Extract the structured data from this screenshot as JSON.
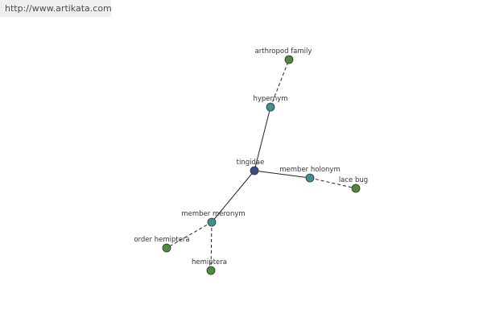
{
  "watermark": {
    "text": "http://www.artikata.com"
  },
  "colors": {
    "center": "#3c4a8c",
    "relation": "#3f9090",
    "leaf": "#4d8a3e"
  },
  "nodes": [
    {
      "id": "tingidae",
      "label": "tingidae",
      "kind": "center"
    },
    {
      "id": "hypernym",
      "label": "hypernym",
      "kind": "relation"
    },
    {
      "id": "arthropod-family",
      "label": "arthropod family",
      "kind": "leaf"
    },
    {
      "id": "member-holonym",
      "label": "member holonym",
      "kind": "relation"
    },
    {
      "id": "lace-bug",
      "label": "lace bug",
      "kind": "leaf"
    },
    {
      "id": "member-meronym",
      "label": "member meronym",
      "kind": "relation"
    },
    {
      "id": "order-hemiptera",
      "label": "order hemiptera",
      "kind": "leaf"
    },
    {
      "id": "hemiptera",
      "label": "hemiptera",
      "kind": "leaf"
    }
  ],
  "edges": [
    {
      "from": "tingidae",
      "to": "hypernym",
      "style": "solid"
    },
    {
      "from": "hypernym",
      "to": "arthropod-family",
      "style": "dashed"
    },
    {
      "from": "tingidae",
      "to": "member-holonym",
      "style": "solid"
    },
    {
      "from": "member-holonym",
      "to": "lace-bug",
      "style": "dashed"
    },
    {
      "from": "tingidae",
      "to": "member-meronym",
      "style": "solid"
    },
    {
      "from": "member-meronym",
      "to": "order-hemiptera",
      "style": "dashed"
    },
    {
      "from": "member-meronym",
      "to": "hemiptera",
      "style": "dashed"
    }
  ]
}
